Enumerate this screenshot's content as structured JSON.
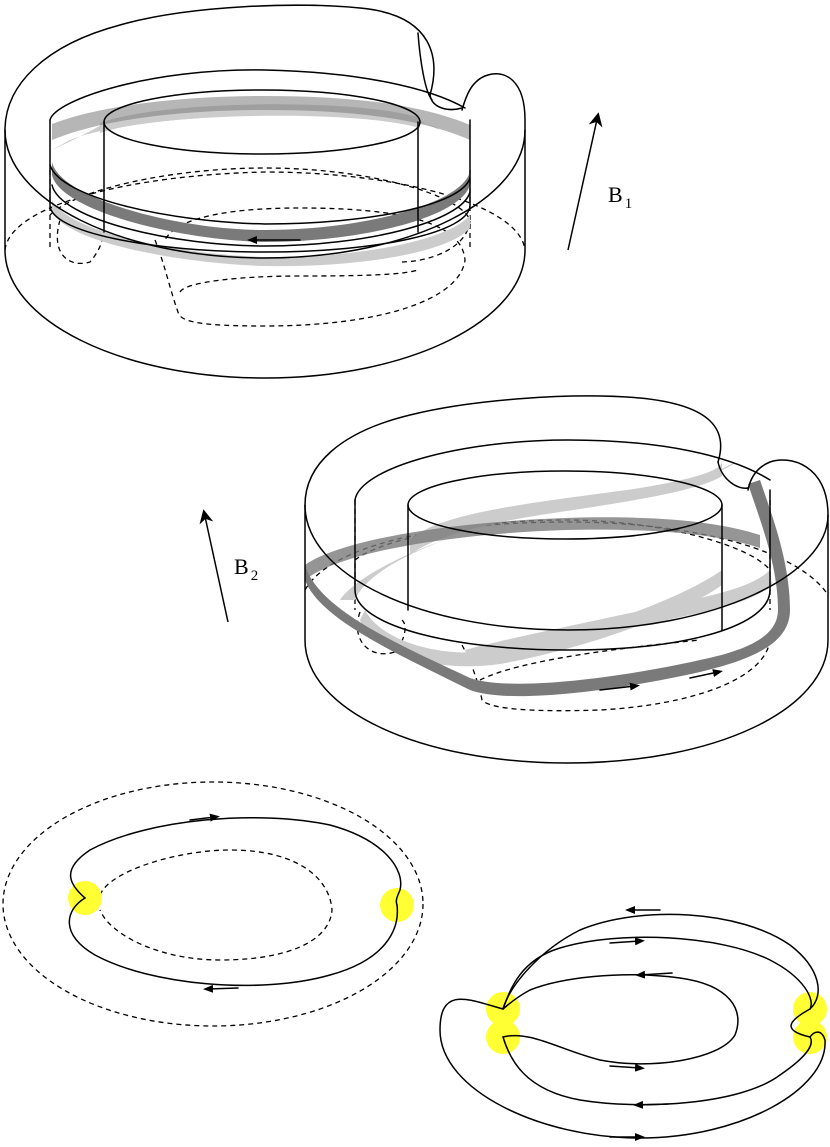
{
  "labels": {
    "b1": {
      "main": "B",
      "sub": "1"
    },
    "b2": {
      "main": "B",
      "sub": "2"
    }
  },
  "colors": {
    "ink": "#000000",
    "band_dark": "#7a7a7a",
    "band_light": "#cccccc",
    "crossing": "#ffff33",
    "background": "#ffffff"
  },
  "icons": [
    "arrow-up-right-icon",
    "arrow-up-left-icon",
    "flow-arrowhead-icon"
  ]
}
